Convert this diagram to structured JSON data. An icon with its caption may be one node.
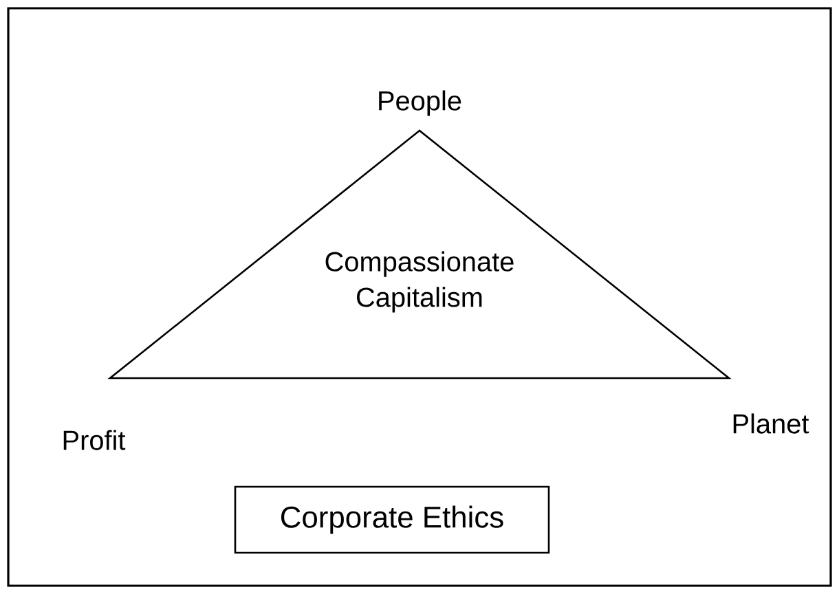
{
  "diagram": {
    "nodes": [
      {
        "text": [
          "Compassionate Capitalism"
        ]
      },
      {
        "text": [
          "Corporate Ethics"
        ]
      }
    ],
    "edges": [],
    "labels": [
      "People",
      "Profit",
      "Planet"
    ]
  }
}
